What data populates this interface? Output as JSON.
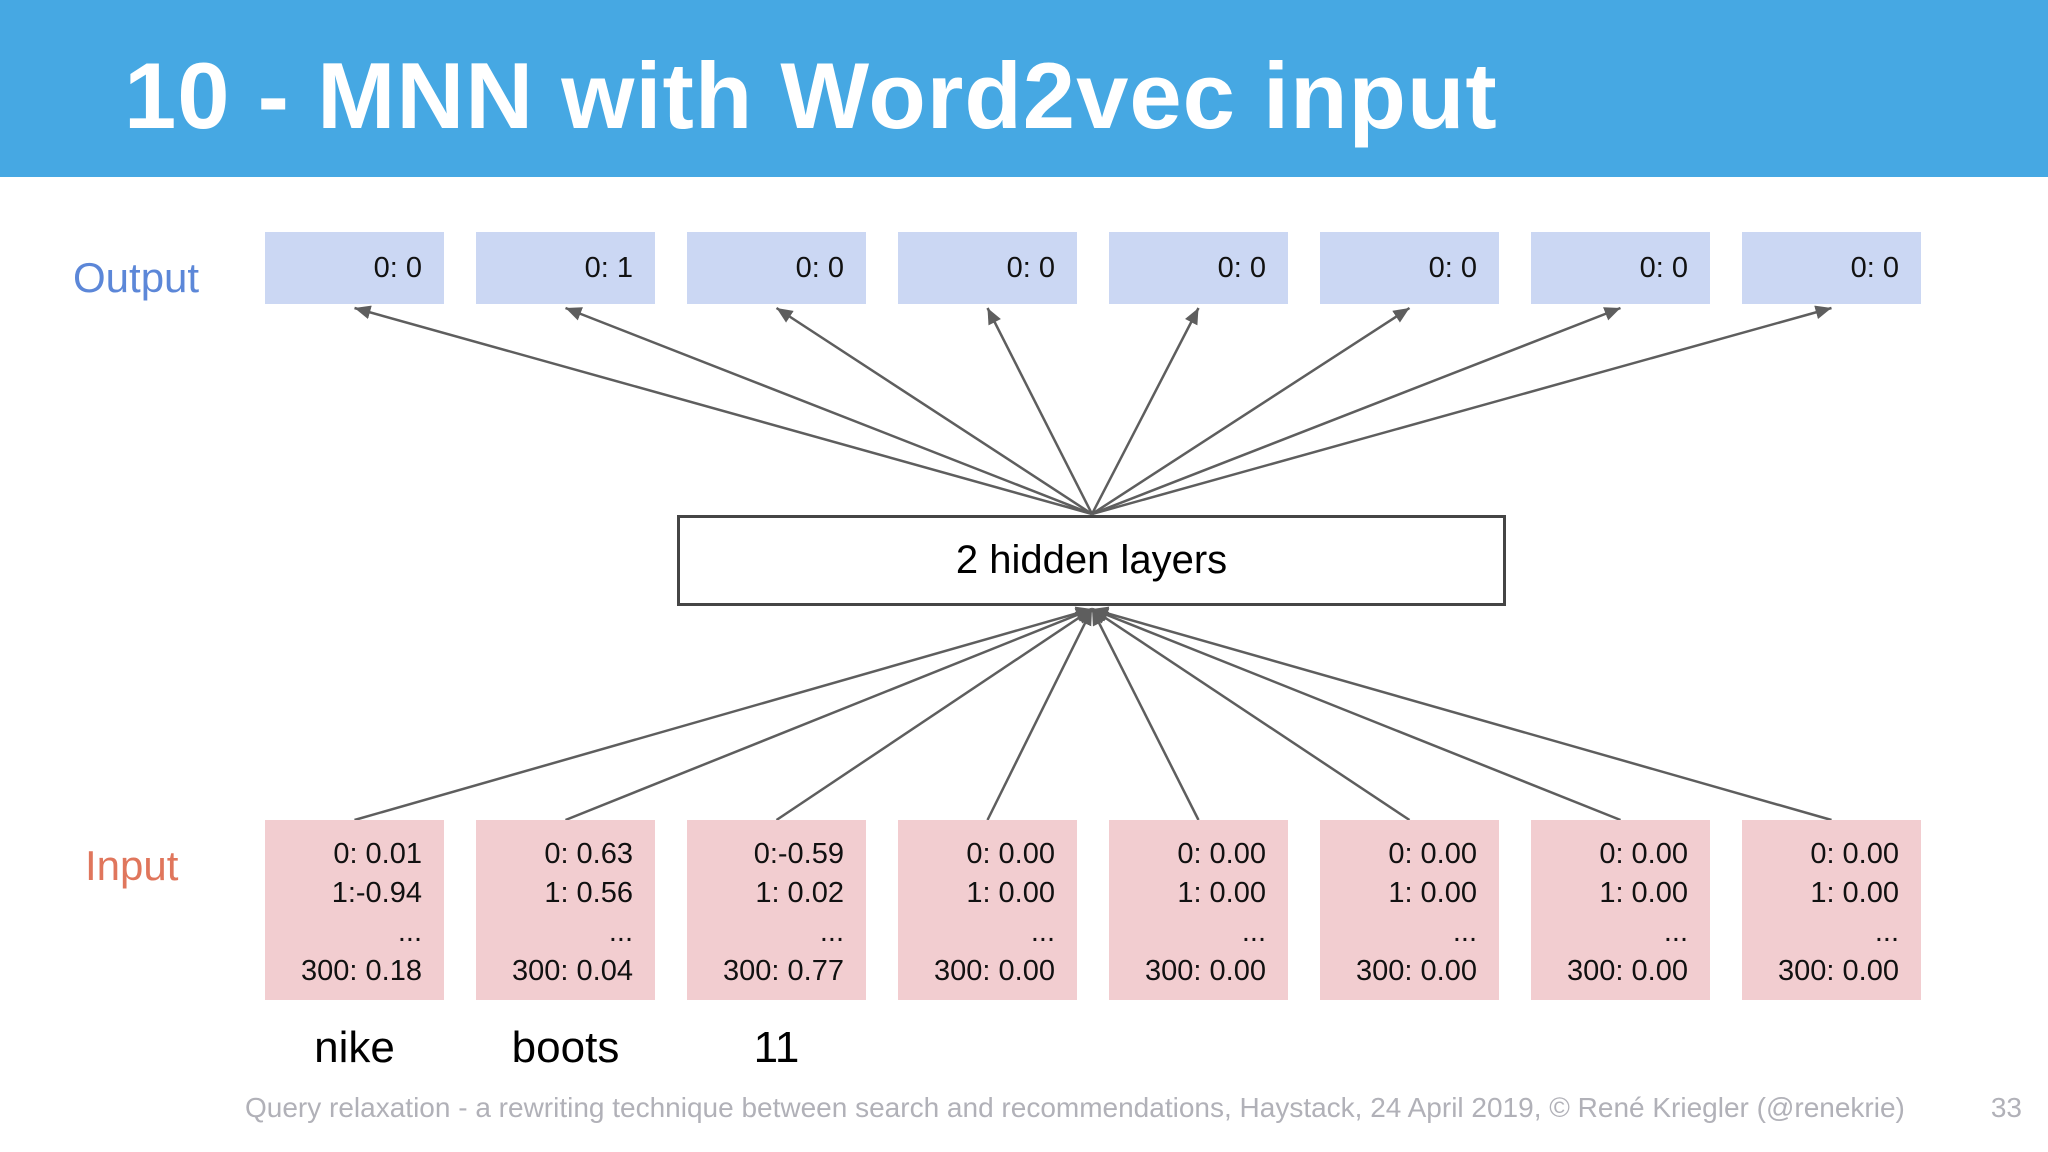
{
  "title": "10 - MNN with Word2vec input",
  "footer": {
    "text": "Query relaxation - a rewriting technique between search and recommendations, Haystack, 24 April 2019, © René Kriegler (@renekrie)",
    "page_number": "33"
  },
  "colors": {
    "header_bg": "#46a8e3",
    "title_text": "#ffffff",
    "output_label": "#5c87d8",
    "input_label": "#e0765c",
    "output_box_bg": "#cbd7f3",
    "input_box_bg": "#f2cdd0",
    "box_text": "#111111",
    "hidden_border": "#454545",
    "arrow": "#5e5e5e",
    "footer_text": "#b1b1b8"
  },
  "diagram": {
    "output": {
      "label": "Output",
      "boxes": [
        {
          "value": "0: 0"
        },
        {
          "value": "0: 1"
        },
        {
          "value": "0: 0"
        },
        {
          "value": "0: 0"
        },
        {
          "value": "0: 0"
        },
        {
          "value": "0: 0"
        },
        {
          "value": "0: 0"
        },
        {
          "value": "0: 0"
        }
      ]
    },
    "hidden": {
      "label": "2 hidden layers"
    },
    "input": {
      "label": "Input",
      "boxes": [
        {
          "lines": [
            "0: 0.01",
            "1:-0.94",
            "...",
            "300: 0.18"
          ],
          "word": "nike"
        },
        {
          "lines": [
            "0: 0.63",
            "1: 0.56",
            "...",
            "300: 0.04"
          ],
          "word": "boots"
        },
        {
          "lines": [
            "0:-0.59",
            "1: 0.02",
            "...",
            "300: 0.77"
          ],
          "word": "11"
        },
        {
          "lines": [
            "0: 0.00",
            "1: 0.00",
            "...",
            "300: 0.00"
          ],
          "word": ""
        },
        {
          "lines": [
            "0: 0.00",
            "1: 0.00",
            "...",
            "300: 0.00"
          ],
          "word": ""
        },
        {
          "lines": [
            "0: 0.00",
            "1: 0.00",
            "...",
            "300: 0.00"
          ],
          "word": ""
        },
        {
          "lines": [
            "0: 0.00",
            "1: 0.00",
            "...",
            "300: 0.00"
          ],
          "word": ""
        },
        {
          "lines": [
            "0: 0.00",
            "1: 0.00",
            "...",
            "300: 0.00"
          ],
          "word": ""
        }
      ]
    }
  }
}
